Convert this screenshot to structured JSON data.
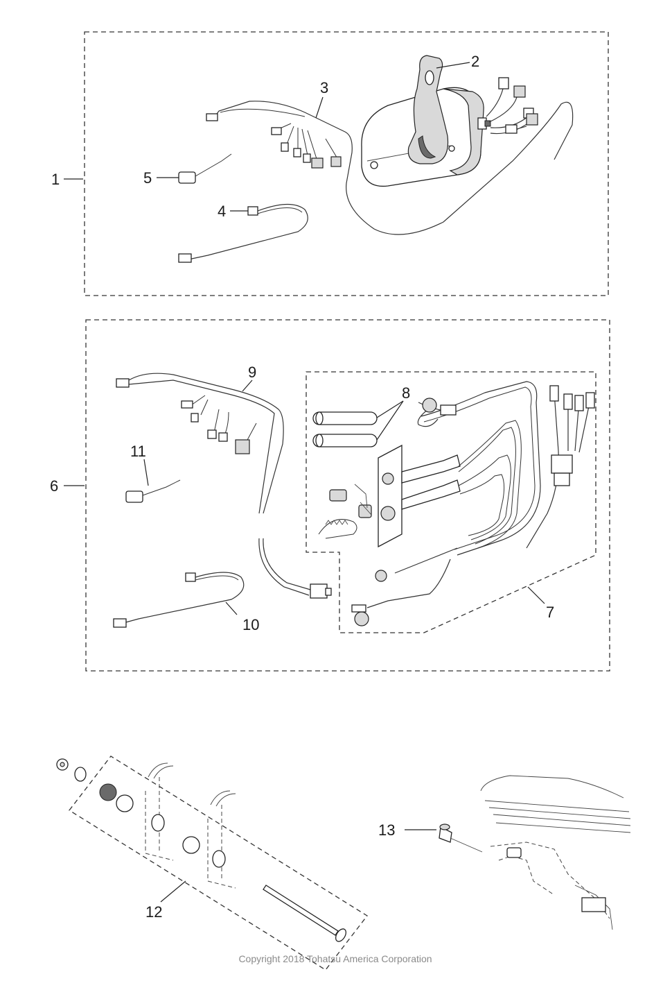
{
  "callouts": [
    "1",
    "2",
    "3",
    "4",
    "5",
    "6",
    "7",
    "8",
    "9",
    "10",
    "11",
    "12",
    "13"
  ],
  "copyright": "Copyright 2018 Tohatsu America Corporation"
}
